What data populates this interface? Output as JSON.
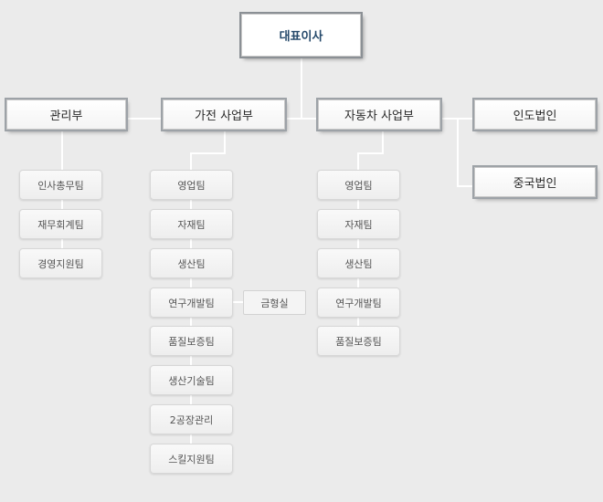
{
  "ceo": "대표이사",
  "departments": {
    "admin": "관리부",
    "appliance": "가전 사업부",
    "automotive": "자동차 사업부",
    "india": "인도법인",
    "china": "중국법인"
  },
  "admin_teams": [
    "인사총무팀",
    "재무회계팀",
    "경영지원팀"
  ],
  "appliance_teams": [
    "영업팀",
    "자재팀",
    "생산팀",
    "연구개발팀",
    "품질보증팀",
    "생산기술팀",
    "2공장관리",
    "스킬지원팀"
  ],
  "appliance_side": "금형실",
  "automotive_teams": [
    "영업팀",
    "자재팀",
    "생산팀",
    "연구개발팀",
    "품질보증팀"
  ]
}
